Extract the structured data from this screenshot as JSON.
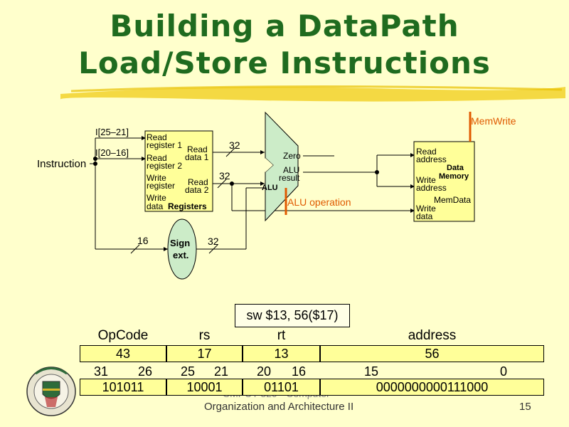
{
  "title": {
    "line1": "Building a DataPath",
    "line2": "Load/Store Instructions"
  },
  "diagram": {
    "instruction_label": "Instruction",
    "i25_21": "I[25–21]",
    "i20_16": "I[20–16]",
    "registers": {
      "read_register_1": [
        "Read",
        "register 1"
      ],
      "read_register_2": [
        "Read",
        "register 2"
      ],
      "write_register": [
        "Write",
        "register"
      ],
      "write_data": [
        "Write",
        "data"
      ],
      "read_data_1": [
        "Read",
        "data 1"
      ],
      "read_data_2": [
        "Read",
        "data 2"
      ],
      "name": "Registers"
    },
    "bus_32_a": "32",
    "bus_32_b": "32",
    "bus_32_c": "32",
    "bus_16": "16",
    "alu": {
      "name": "ALU",
      "zero": "Zero",
      "result": [
        "ALU",
        "result"
      ],
      "operation": "ALU operation"
    },
    "sign_ext": [
      "Sign",
      "ext."
    ],
    "memory": {
      "read_address": [
        "Read",
        "address"
      ],
      "write_address": [
        "Write",
        "address"
      ],
      "write_data": [
        "Write",
        "data"
      ],
      "name": [
        "Data",
        "Memory"
      ],
      "mem_data": "MemData"
    },
    "mem_write": "MemWrite"
  },
  "instruction_example": "sw $13, 56($17)",
  "format": {
    "headers": [
      "OpCode",
      "rs",
      "rt",
      "address"
    ],
    "decimal": [
      "43",
      "17",
      "13",
      "56"
    ],
    "bit_ranges": [
      [
        "31",
        "26"
      ],
      [
        "25",
        "21"
      ],
      [
        "20",
        "16"
      ],
      [
        "15",
        "0"
      ]
    ],
    "binary": [
      "101011",
      "10001",
      "01101",
      "0000000000111000"
    ]
  },
  "footer": {
    "line_top": "CMPUT 329 - Computer",
    "line_bottom": "Organization and Architecture II",
    "page_number": "15"
  },
  "colors": {
    "title": "#1f6b1f",
    "background": "#ffffcc",
    "box_fill": "#ffff99",
    "control": "#e05a00"
  }
}
